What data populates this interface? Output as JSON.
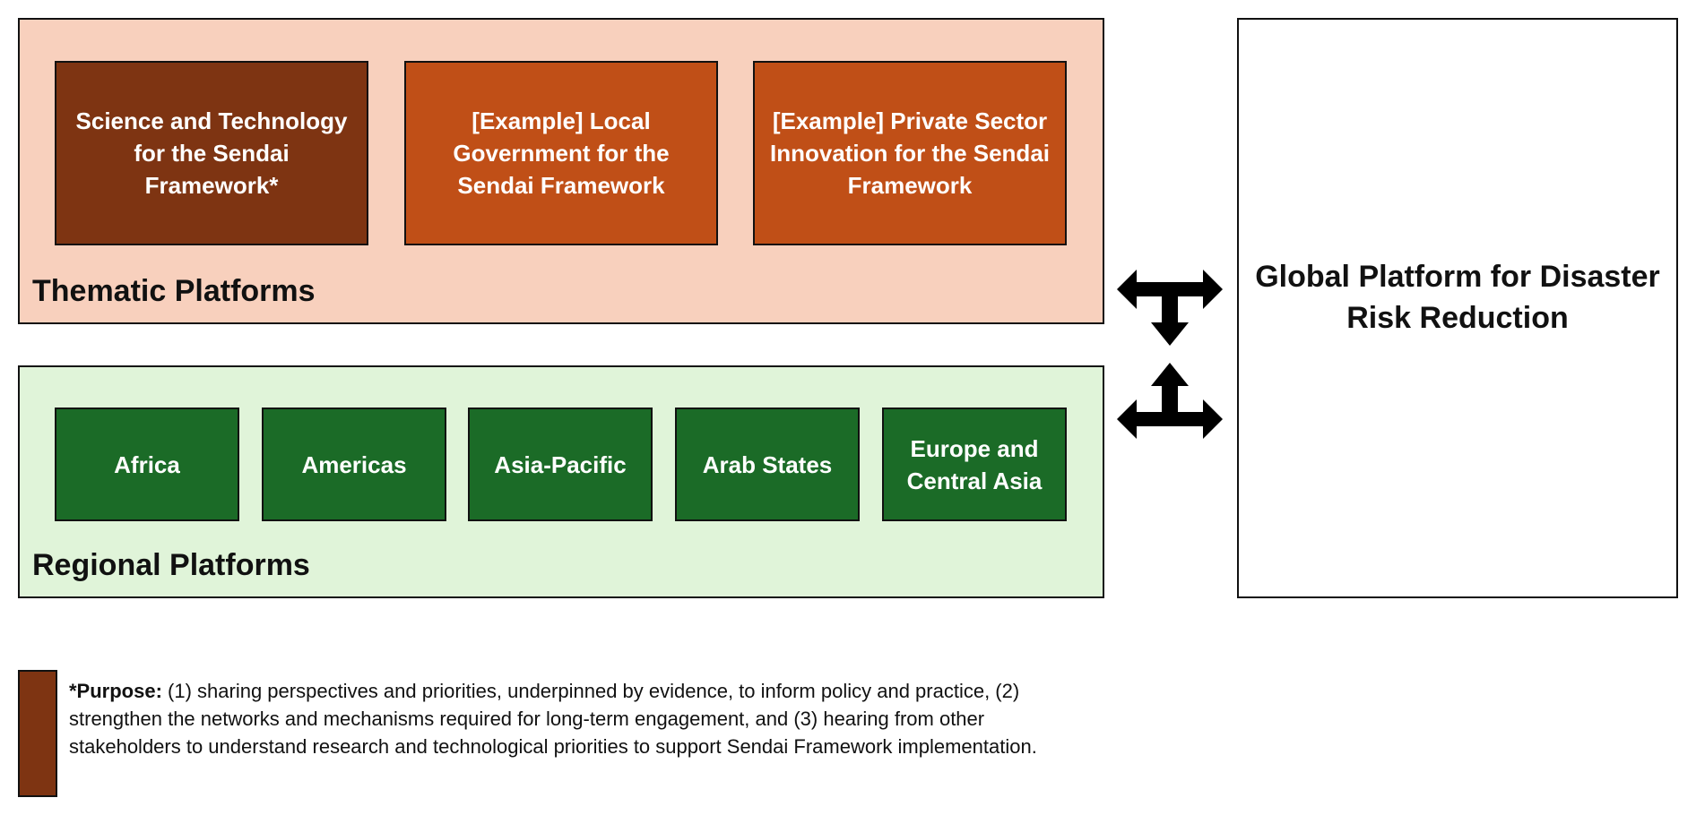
{
  "thematic_platforms": {
    "label": "Thematic Platforms",
    "color": "#f8d0bd",
    "boxes": [
      {
        "text": "Science and Technology for the Sendai Framework*",
        "color": "#7e3412"
      },
      {
        "text": "[Example] Local Government for the Sendai Framework",
        "color": "#c04f17"
      },
      {
        "text": "[Example] Private Sector Innovation for the Sendai Framework",
        "color": "#c04f17"
      }
    ]
  },
  "regional_platforms": {
    "label": "Regional Platforms",
    "color": "#e0f4d9",
    "box_color": "#1b6b27",
    "boxes": [
      {
        "text": "Africa"
      },
      {
        "text": "Americas"
      },
      {
        "text": "Asia-Pacific"
      },
      {
        "text": "Arab States"
      },
      {
        "text": "Europe and Central Asia"
      }
    ]
  },
  "global_platform": {
    "title": "Global Platform for Disaster Risk Reduction"
  },
  "arrows": [
    {
      "icon": "three-way-arrow-down-icon",
      "connects": [
        "Thematic Platforms",
        "Global Platform for Disaster Risk Reduction"
      ]
    },
    {
      "icon": "three-way-arrow-up-icon",
      "connects": [
        "Regional Platforms",
        "Global Platform for Disaster Risk Reduction"
      ]
    }
  ],
  "legend": {
    "swatch_color": "#7e3412",
    "label": "*Purpose:",
    "text": " (1) sharing perspectives and priorities, underpinned by evidence, to inform policy and practice, (2) strengthen the networks and mechanisms required for long-term engagement, and (3) hearing from other stakeholders to understand research and technological priorities to support Sendai Framework implementation."
  }
}
